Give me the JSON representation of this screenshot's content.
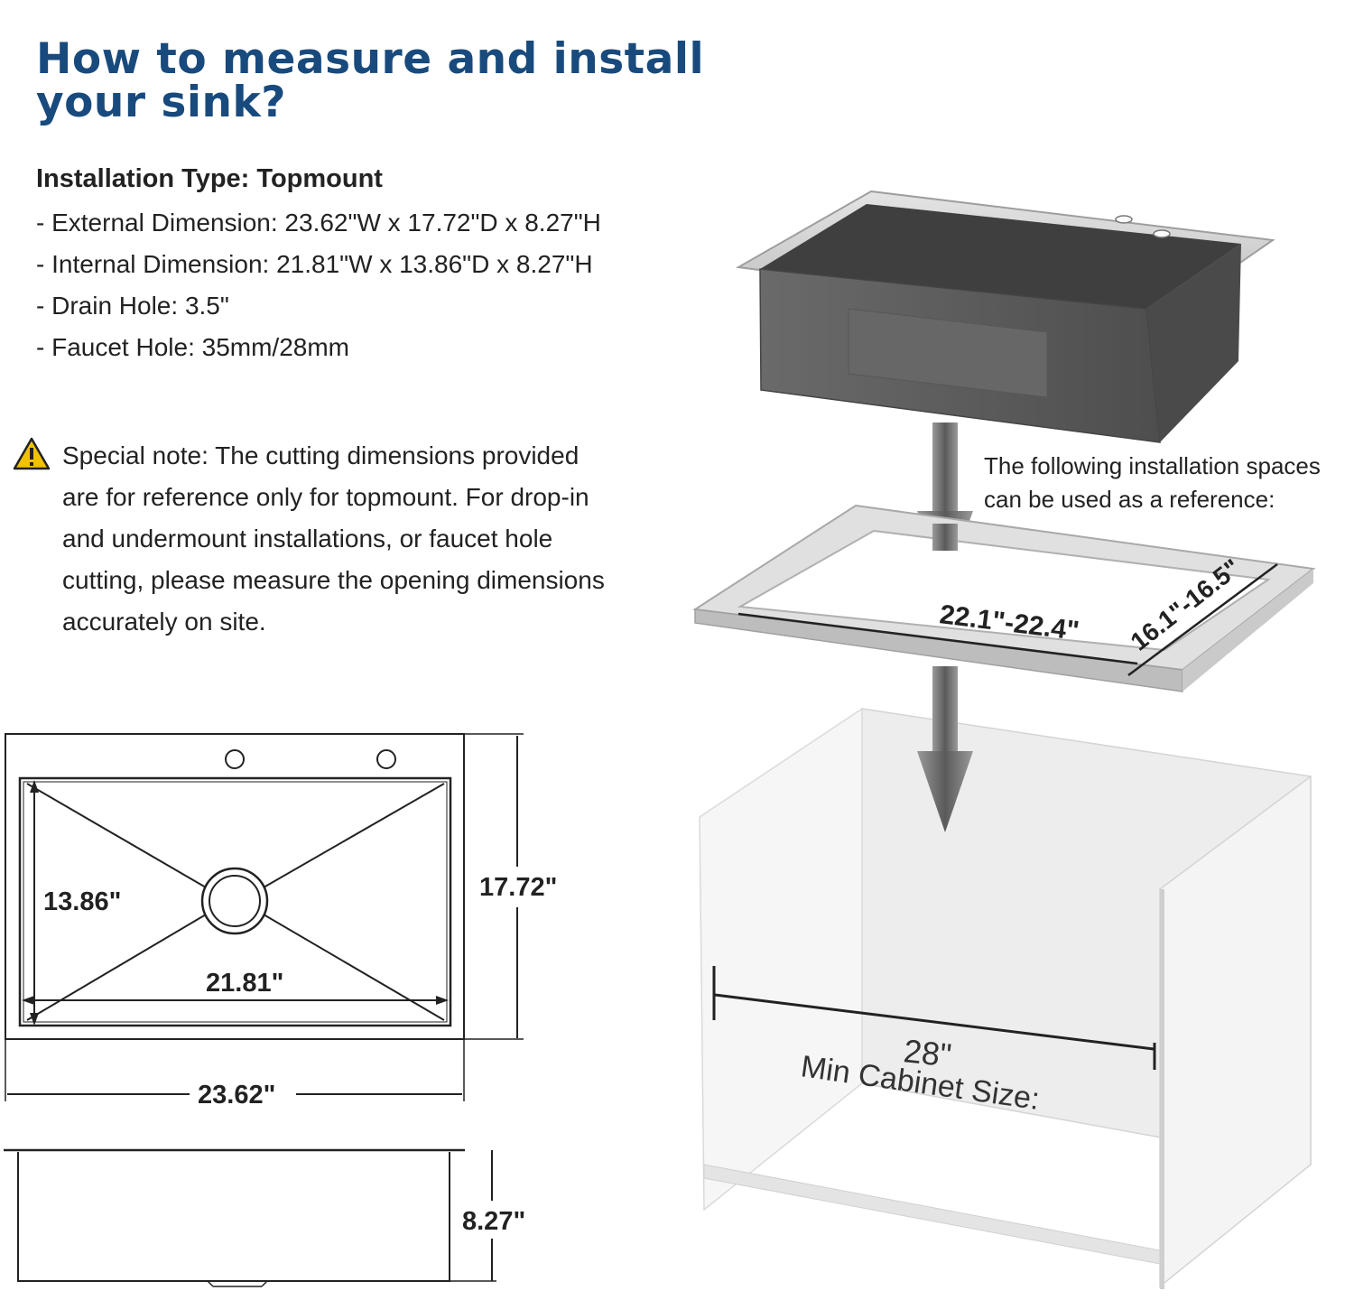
{
  "title": "How to measure and install your sink?",
  "specs": {
    "heading": "Installation Type: Topmount",
    "lines": [
      "- External Dimension: 23.62\"W x 17.72\"D x 8.27\"H",
      "- Internal Dimension: 21.81\"W x 13.86\"D x 8.27\"H",
      "- Drain Hole: 3.5\"",
      "- Faucet Hole: 35mm/28mm"
    ]
  },
  "note": {
    "icon": "warning-icon",
    "lines": [
      "Special note: The cutting dimensions provided",
      "are for reference only for topmount. For drop-in",
      "and undermount installations, or faucet hole",
      "cutting, please measure the opening dimensions",
      "accurately on site."
    ]
  },
  "reference": {
    "lines": [
      "The following installation spaces",
      "can be used as a reference:"
    ]
  },
  "cutout": {
    "width": "22.1\"-22.4\"",
    "depth": "16.1\"-16.5\""
  },
  "cabinet": {
    "width": "28\"",
    "label": "Min Cabinet Size:"
  },
  "top_view": {
    "inner_depth": "13.86\"",
    "inner_width": "21.81\"",
    "outer_depth": "17.72\"",
    "outer_width": "23.62\""
  },
  "side_view": {
    "height": "8.27\""
  },
  "colors": {
    "title": "#184a7d",
    "warning": "#f2c200",
    "sink_body": "#5f5f5f",
    "steel_rim": "#c8c8c8"
  }
}
